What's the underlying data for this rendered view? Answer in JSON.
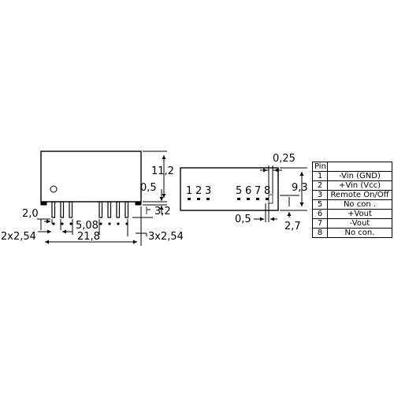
{
  "side_view": {
    "height": "11,2",
    "standoff": "0,5",
    "pin_length": "3,2",
    "pin_offset": "2,0",
    "pin_pitch_left": "2x2,54",
    "width": "21,8",
    "pin_gap": "5,08",
    "pin_pitch_right": "3x2,54"
  },
  "top_view": {
    "pin_numbers_left": [
      "1",
      "2",
      "3"
    ],
    "pin_numbers_right": [
      "5",
      "6",
      "7",
      "8"
    ],
    "pin_width": "0,25",
    "pin_thickness": "0,5",
    "depth": "9,3",
    "row_offset": "2,7"
  },
  "pin_table": {
    "header_pin": "Pin",
    "header_function": "",
    "rows": [
      {
        "pin": "1",
        "function": "-Vin (GND)"
      },
      {
        "pin": "2",
        "function": "+Vin (Vcc)"
      },
      {
        "pin": "3",
        "function": "Remote On/Off"
      },
      {
        "pin": "5",
        "function": "No con ."
      },
      {
        "pin": "6",
        "function": "+Vout"
      },
      {
        "pin": "7",
        "function": "-Vout"
      },
      {
        "pin": "8",
        "function": "No con."
      }
    ]
  }
}
